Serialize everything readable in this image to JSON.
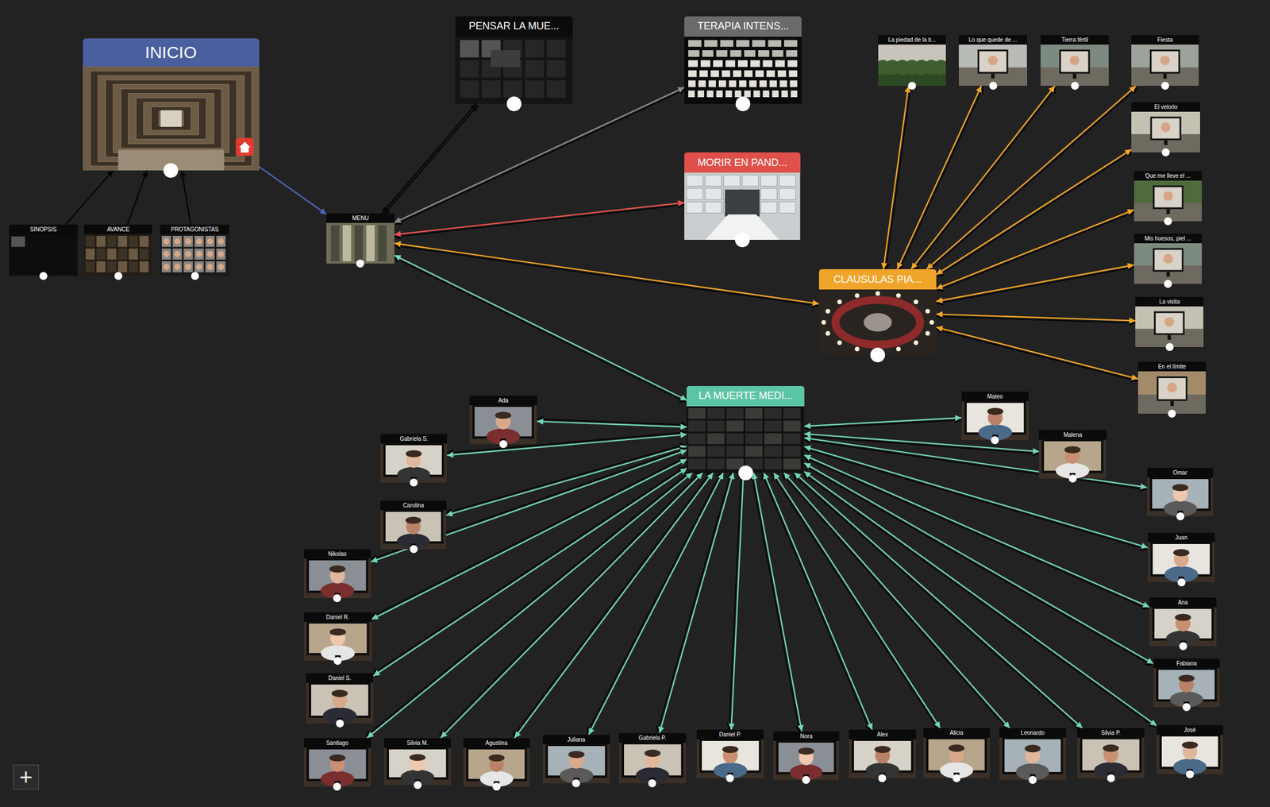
{
  "diagram": {
    "nodes": [
      {
        "text": [
          "INICIO"
        ]
      },
      {
        "text": [
          "PENSAR LA MUE..."
        ]
      },
      {
        "text": [
          "TERAPIA INTENS..."
        ]
      },
      {
        "text": [
          "La piedad de la ti..."
        ]
      },
      {
        "text": [
          "Lo que quede de ..."
        ]
      },
      {
        "text": [
          "Tierra fértil"
        ]
      },
      {
        "text": [
          "Fiesta"
        ]
      },
      {
        "text": [
          "El velorio"
        ]
      },
      {
        "text": [
          "MORIR EN PAND..."
        ]
      },
      {
        "text": [
          "Que me lleve el ..."
        ]
      },
      {
        "text": [
          "MENU"
        ]
      },
      {
        "text": [
          "SINOPSIS"
        ]
      },
      {
        "text": [
          "AVANCE"
        ]
      },
      {
        "text": [
          "PROTAGONISTAS"
        ]
      },
      {
        "text": [
          "Mis huesos, piel ..."
        ]
      },
      {
        "text": [
          "CLAUSULAS PIA..."
        ]
      },
      {
        "text": [
          "La visita"
        ]
      },
      {
        "text": [
          "En el límite"
        ]
      },
      {
        "text": [
          "LA MUERTE MEDI..."
        ]
      },
      {
        "text": [
          "Mateo"
        ]
      },
      {
        "text": [
          "Ada"
        ]
      },
      {
        "text": [
          "Gabriela S."
        ]
      },
      {
        "text": [
          "Malena"
        ]
      },
      {
        "text": [
          "Omar"
        ]
      },
      {
        "text": [
          "Carolina"
        ]
      },
      {
        "text": [
          "Juan"
        ]
      },
      {
        "text": [
          "Nikolas"
        ]
      },
      {
        "text": [
          "Ana"
        ]
      },
      {
        "text": [
          "Daniel R."
        ]
      },
      {
        "text": [
          "Fabiana"
        ]
      },
      {
        "text": [
          "Daniel S."
        ]
      },
      {
        "text": [
          "José"
        ]
      },
      {
        "text": [
          "Santiago"
        ]
      },
      {
        "text": [
          "Silvia M."
        ]
      },
      {
        "text": [
          "Agustina"
        ]
      },
      {
        "text": [
          "Juliana"
        ]
      },
      {
        "text": [
          "Gabriela P."
        ]
      },
      {
        "text": [
          "Daniel P."
        ]
      },
      {
        "text": [
          "Nora"
        ]
      },
      {
        "text": [
          "Alex"
        ]
      },
      {
        "text": [
          "Alicia"
        ]
      },
      {
        "text": [
          "Leonardo"
        ]
      },
      {
        "text": [
          "Silvia P."
        ]
      }
    ],
    "edges": [
      {
        "from": 11,
        "to": 0,
        "arrow": "to"
      },
      {
        "from": 12,
        "to": 0,
        "arrow": "to"
      },
      {
        "from": 13,
        "to": 0,
        "arrow": "to"
      },
      {
        "from": 0,
        "to": 10,
        "arrow": "to"
      },
      {
        "from": 10,
        "to": 1,
        "arrow": "both"
      },
      {
        "from": 10,
        "to": 2,
        "arrow": "both"
      },
      {
        "from": 10,
        "to": 8,
        "arrow": "both"
      },
      {
        "from": 10,
        "to": 15,
        "arrow": "both"
      },
      {
        "from": 10,
        "to": 18,
        "arrow": "both"
      },
      {
        "from": 15,
        "to": 3,
        "arrow": "both"
      },
      {
        "from": 15,
        "to": 4,
        "arrow": "both"
      },
      {
        "from": 15,
        "to": 5,
        "arrow": "both"
      },
      {
        "from": 15,
        "to": 6,
        "arrow": "both"
      },
      {
        "from": 15,
        "to": 7,
        "arrow": "both"
      },
      {
        "from": 15,
        "to": 9,
        "arrow": "both"
      },
      {
        "from": 15,
        "to": 14,
        "arrow": "both"
      },
      {
        "from": 15,
        "to": 16,
        "arrow": "both"
      },
      {
        "from": 15,
        "to": 17,
        "arrow": "both"
      },
      {
        "from": 18,
        "to": 19,
        "arrow": "both"
      },
      {
        "from": 18,
        "to": 20,
        "arrow": "both"
      },
      {
        "from": 18,
        "to": 21,
        "arrow": "both"
      },
      {
        "from": 18,
        "to": 22,
        "arrow": "both"
      },
      {
        "from": 18,
        "to": 23,
        "arrow": "both"
      },
      {
        "from": 18,
        "to": 24,
        "arrow": "both"
      },
      {
        "from": 18,
        "to": 25,
        "arrow": "both"
      },
      {
        "from": 18,
        "to": 26,
        "arrow": "both"
      },
      {
        "from": 18,
        "to": 27,
        "arrow": "both"
      },
      {
        "from": 18,
        "to": 28,
        "arrow": "both"
      },
      {
        "from": 18,
        "to": 29,
        "arrow": "both"
      },
      {
        "from": 18,
        "to": 30,
        "arrow": "both"
      },
      {
        "from": 18,
        "to": 31,
        "arrow": "both"
      },
      {
        "from": 18,
        "to": 32,
        "arrow": "both"
      },
      {
        "from": 18,
        "to": 33,
        "arrow": "both"
      },
      {
        "from": 18,
        "to": 34,
        "arrow": "both"
      },
      {
        "from": 18,
        "to": 35,
        "arrow": "both"
      },
      {
        "from": 18,
        "to": 36,
        "arrow": "both"
      },
      {
        "from": 18,
        "to": 37,
        "arrow": "both"
      },
      {
        "from": 18,
        "to": 38,
        "arrow": "both"
      },
      {
        "from": 18,
        "to": 39,
        "arrow": "both"
      },
      {
        "from": 18,
        "to": 40,
        "arrow": "both"
      },
      {
        "from": 18,
        "to": 41,
        "arrow": "both"
      },
      {
        "from": 18,
        "to": 42,
        "arrow": "both"
      }
    ],
    "labels": [
      "+"
    ]
  }
}
